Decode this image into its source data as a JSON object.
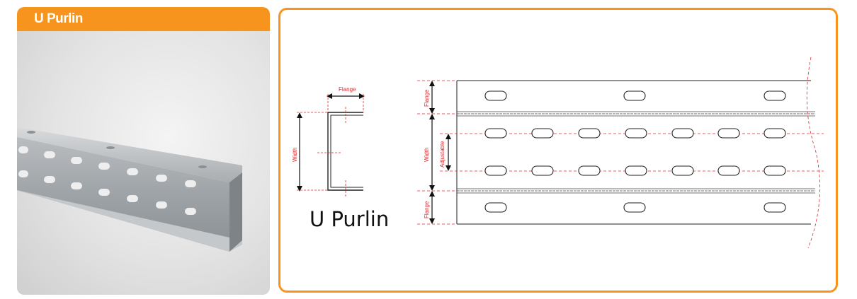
{
  "card": {
    "title": "U Purlin"
  },
  "drawing": {
    "section_title": "U Purlin",
    "labels": {
      "flange_top": "Flange",
      "width_section": "Width",
      "flange_left_upper": "Flange",
      "width_left": "Width",
      "adjustable": "Adjustable",
      "flange_left_lower": "Flange"
    }
  },
  "colors": {
    "accent": "#f7941d",
    "dimension_red": "#e0272a",
    "line_dark": "#222222"
  }
}
